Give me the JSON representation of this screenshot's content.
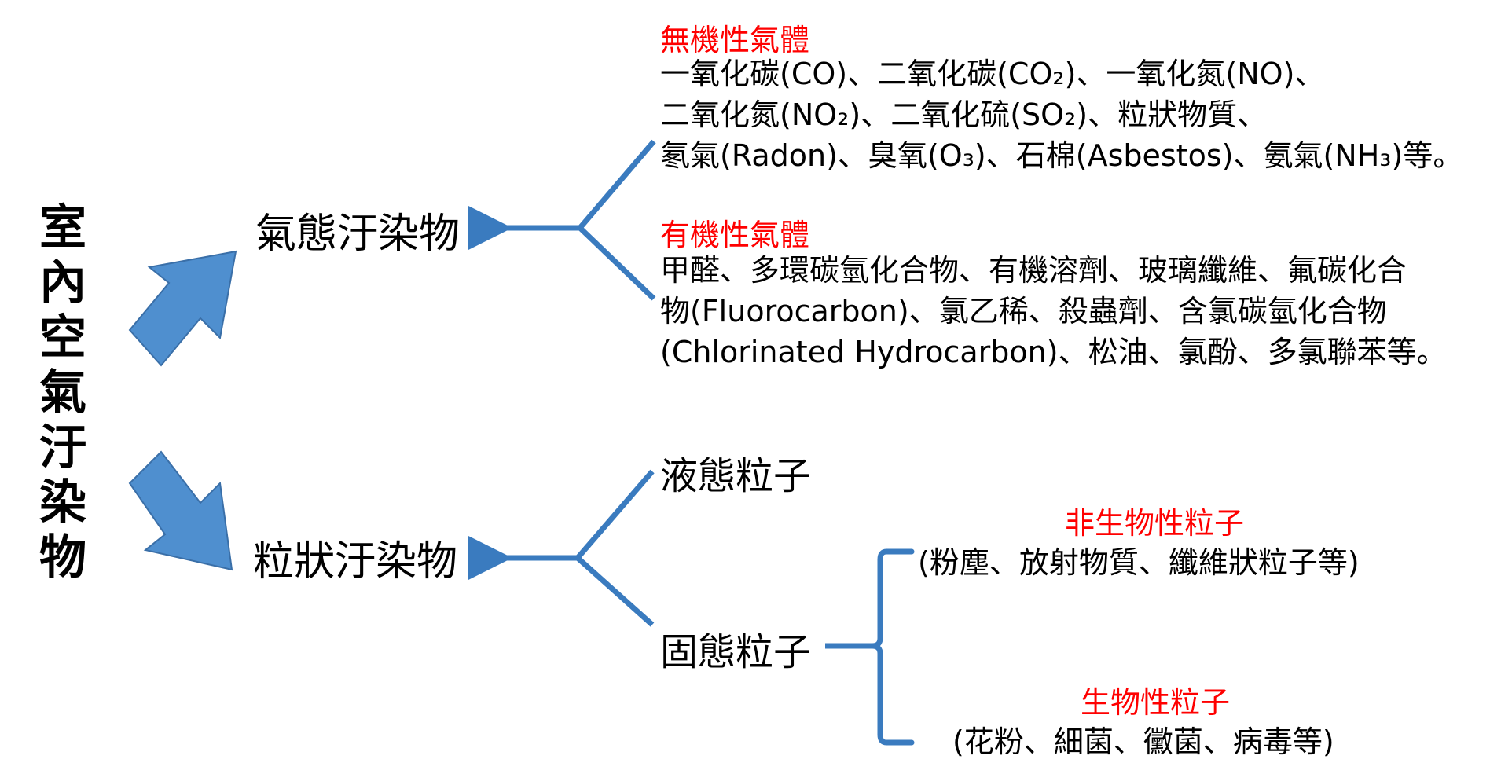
{
  "main_title": "室內空氣汙染物",
  "gaseous": {
    "label": "氣態汙染物",
    "inorganic": {
      "heading": "無機性氣體",
      "lines": [
        "一氧化碳(CO)、二氧化碳(CO₂)、一氧化氮(NO)、",
        "二氧化氮(NO₂)、二氧化硫(SO₂)、粒狀物質、",
        "氡氣(Radon)、臭氧(O₃)、石棉(Asbestos)、氨氣(NH₃)等。"
      ]
    },
    "organic": {
      "heading": "有機性氣體",
      "lines": [
        "甲醛、多環碳氫化合物、有機溶劑、玻璃纖維、氟碳化合",
        "物(Fluorocarbon)、氯乙稀、殺蟲劑、含氯碳氫化合物",
        "(Chlorinated Hydrocarbon)、松油、氯酚、多氯聯苯等。"
      ]
    }
  },
  "particulate": {
    "label": "粒狀汙染物",
    "liquid": "液態粒子",
    "solid": "固態粒子",
    "non_biological": {
      "heading": "非生物性粒子",
      "detail": "(粉塵、放射物質、纖維狀粒子等)"
    },
    "biological": {
      "heading": "生物性粒子",
      "detail": "(花粉、細菌、黴菌、病毒等)"
    }
  },
  "colors": {
    "connector": "#3a7bbf",
    "big_arrow_fill": "#4f8fcf",
    "big_arrow_stroke": "#3a6fa8",
    "heading_red": "#ff0000"
  }
}
